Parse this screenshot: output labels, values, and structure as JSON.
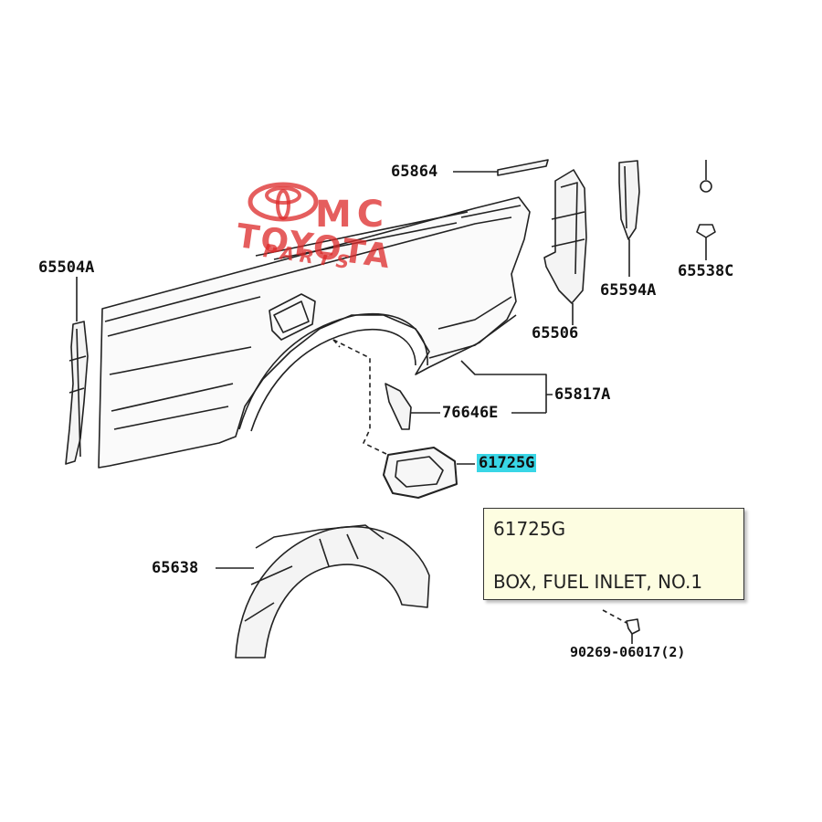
{
  "labels": {
    "p65864": "65864",
    "p65504A": "65504A",
    "p65506": "65506",
    "p65594A": "65594A",
    "p65538C": "65538C",
    "p65817A": "65817A",
    "p76646E": "76646E",
    "p61725G": "61725G",
    "p65638": "65638",
    "p90269": "90269-06017(2)"
  },
  "tooltip": {
    "part_number": "61725G",
    "description": "BOX, FUEL INLET, NO.1"
  },
  "watermark": {
    "brand": "TOYOTA",
    "mc": "MC",
    "parts": "PARTS"
  },
  "colors": {
    "highlight": "#39d6e6",
    "tooltip_bg": "#fdfde1",
    "watermark": "#dc2828"
  }
}
